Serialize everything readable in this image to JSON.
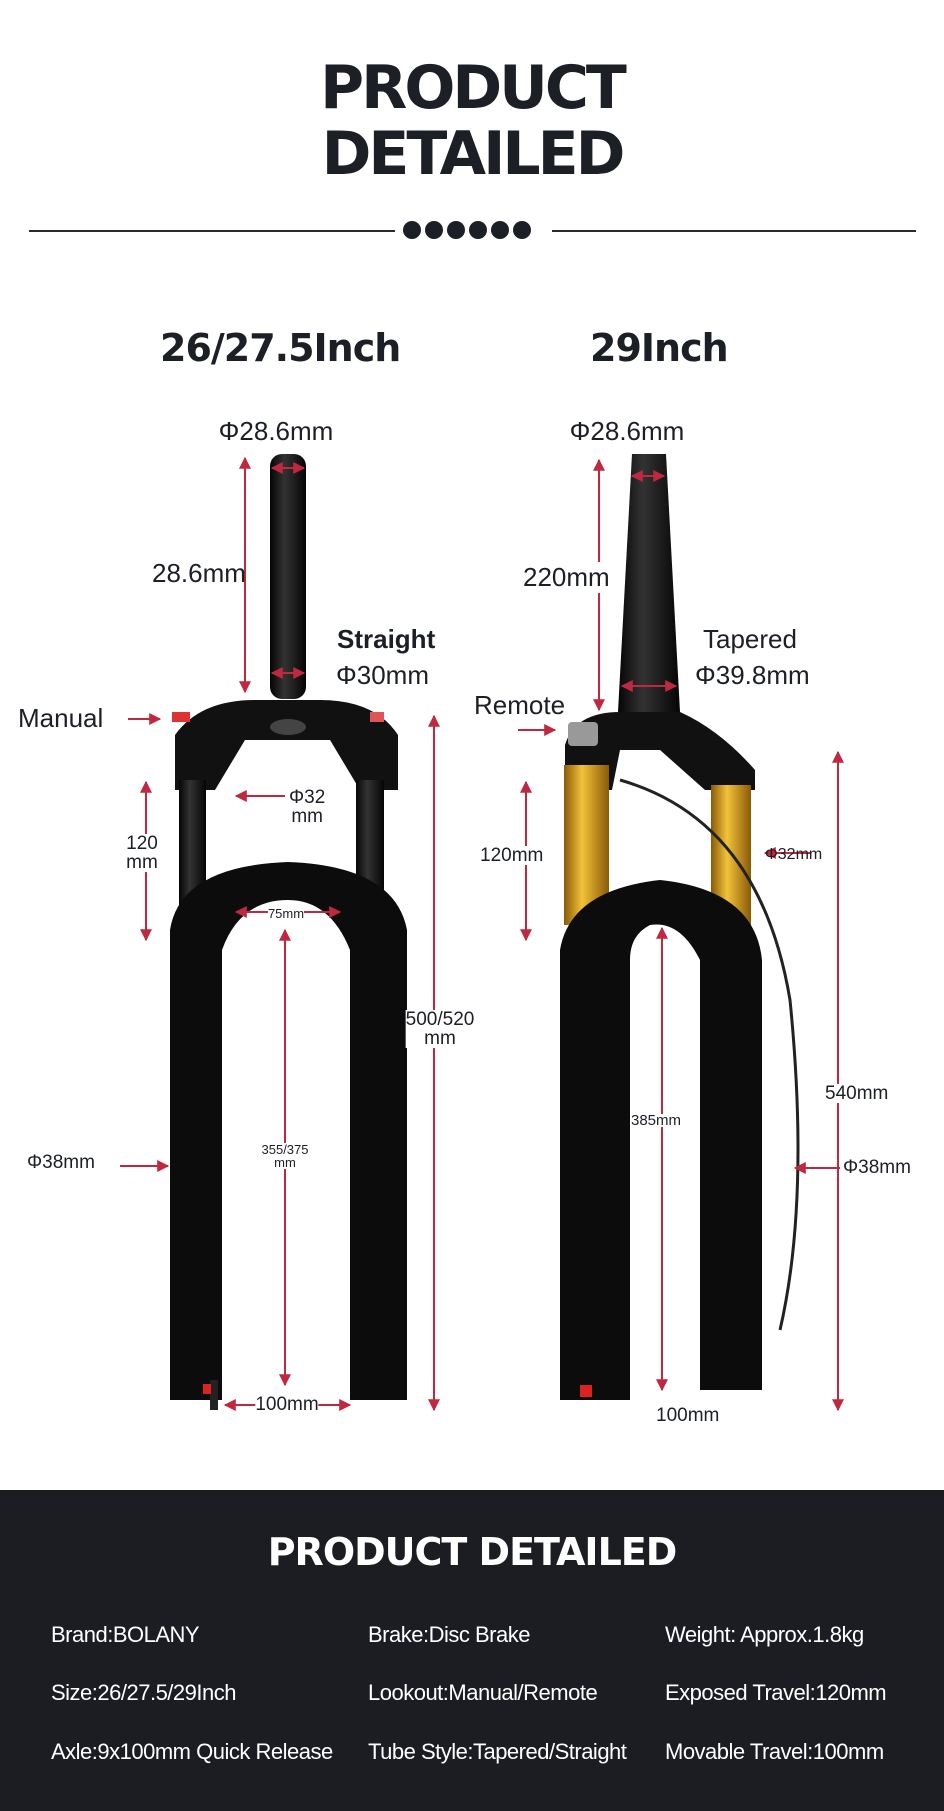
{
  "header": {
    "title_line1": "PRODUCT",
    "title_line2": "DETAILED"
  },
  "sizes": {
    "left": "26/27.5Inch",
    "right": "29Inch"
  },
  "left_fork": {
    "steerer_diameter": "Φ28.6mm",
    "steerer_length": "28.6mm",
    "tube_style": "Straight",
    "tube_diameter": "Φ30mm",
    "lockout": "Manual",
    "stanchion_diameter_1": "Φ32",
    "stanchion_diameter_2": "mm",
    "travel_1": "120",
    "travel_2": "mm",
    "arch_width": "75mm",
    "total_length_1": "500/520",
    "total_length_2": "mm",
    "lower_diameter": "Φ38mm",
    "axle_to_arch_1": "355/375",
    "axle_to_arch_2": "mm",
    "hub_width": "100mm"
  },
  "right_fork": {
    "steerer_diameter": "Φ28.6mm",
    "steerer_length": "220mm",
    "tube_style": "Tapered",
    "tube_diameter": "Φ39.8mm",
    "lockout": "Remote",
    "travel": "120mm",
    "stanchion_diameter": "Φ32mm",
    "total_length": "540mm",
    "lower_diameter": "Φ38mm",
    "axle_to_arch": "385mm",
    "hub_width": "100mm"
  },
  "specs": {
    "title": "PRODUCT DETAILED",
    "rows": [
      [
        "Brand:BOLANY",
        "Brake:Disc Brake",
        "Weight: Approx.1.8kg"
      ],
      [
        "Size:26/27.5/29Inch",
        "Lookout:Manual/Remote",
        "Exposed Travel:120mm"
      ],
      [
        "Axle:9x100mm Quick Release",
        "Tube Style:Tapered/Straight",
        "Movable Travel:100mm"
      ]
    ]
  },
  "colors": {
    "accent": "#c0283f",
    "dark_bg": "#1b1d23",
    "gold": "#d9a520"
  }
}
